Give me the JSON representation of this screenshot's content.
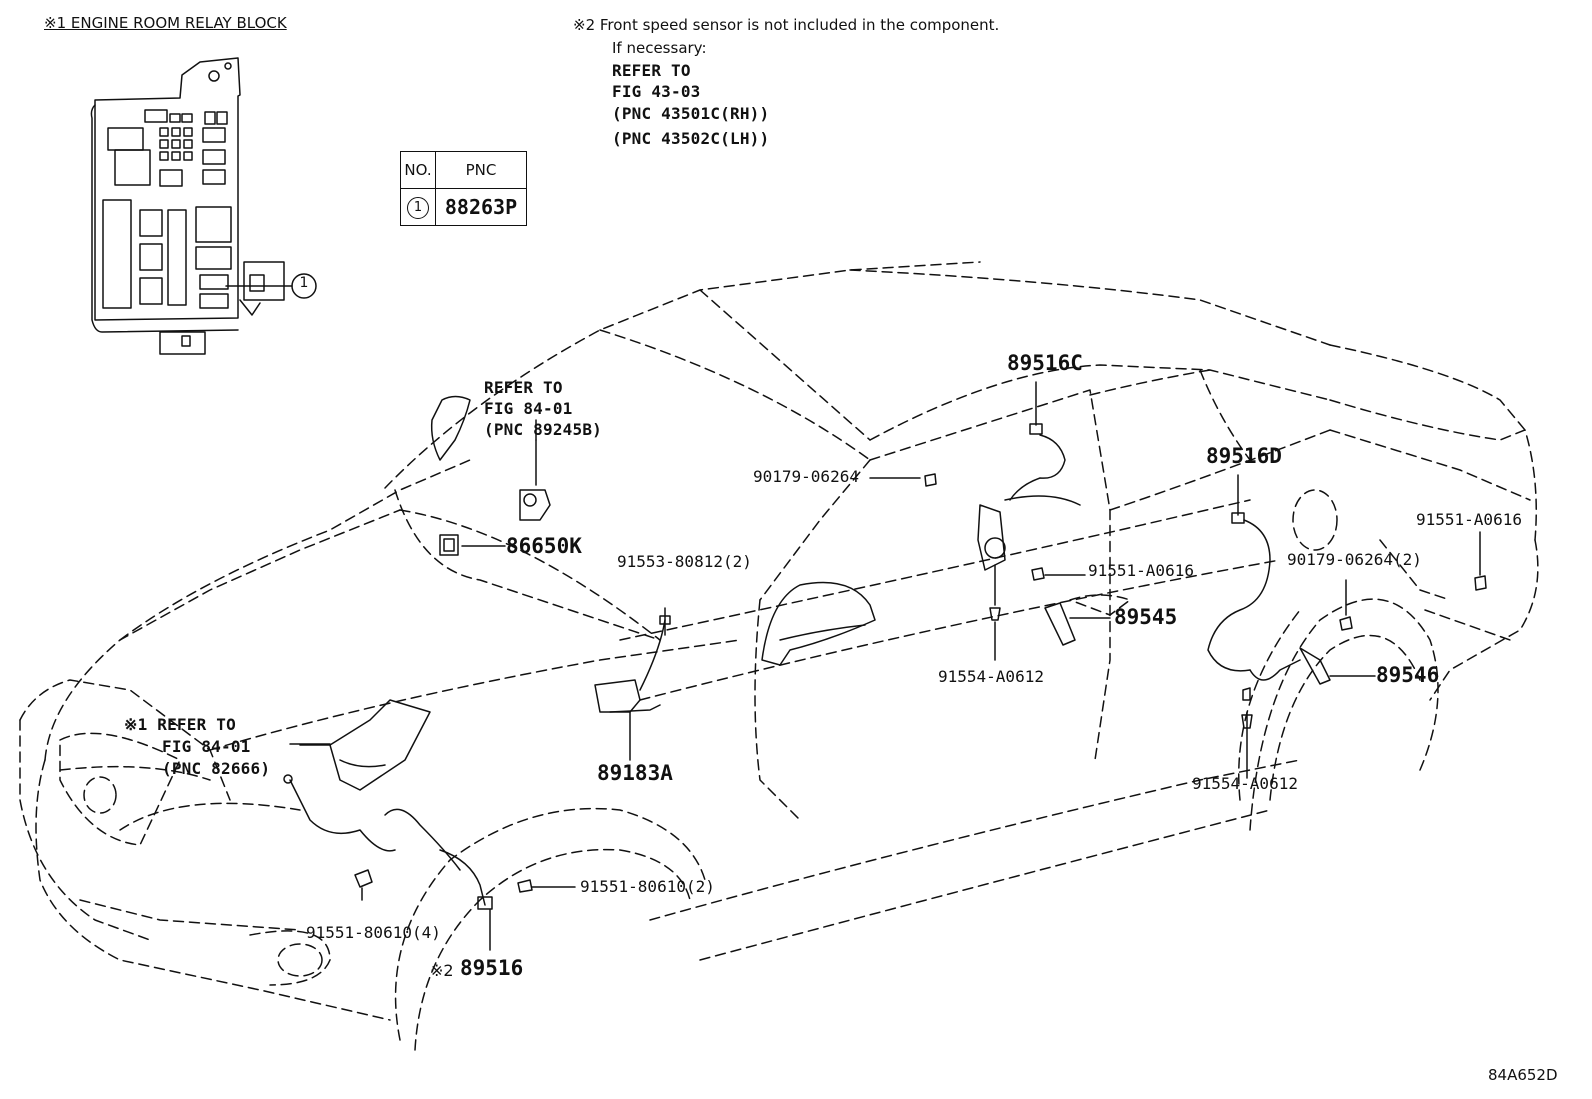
{
  "notes": {
    "relay_block_title": "※1 ENGINE ROOM RELAY BLOCK",
    "front_sensor_note": "※2 Front speed sensor is not included in the component.",
    "if_necessary": "If necessary:",
    "refer_to": "REFER TO",
    "fig_43_03": "FIG 43-03",
    "pnc_rh": "(PNC 43501C(RH))",
    "pnc_lh": "(PNC 43502C(LH))"
  },
  "table": {
    "header_no": "NO.",
    "header_pnc": "PNC",
    "row_no": "1",
    "row_pnc": "88263P"
  },
  "callout_number": "1",
  "refs": {
    "steering": {
      "refer_to": "REFER TO",
      "fig": "FIG 84-01",
      "pnc": "(PNC 89245B)"
    },
    "relay": {
      "refer_to": "※1 REFER TO",
      "fig": "FIG 84-01",
      "pnc": "(PNC 82666)"
    }
  },
  "parts": {
    "p86650K": "86650K",
    "p91553_80812": "91553-80812(2)",
    "p89183A": "89183A",
    "p89516C": "89516C",
    "p90179_06264": "90179-06264",
    "p91551_A0616_mid": "91551-A0616",
    "p89545": "89545",
    "p91554_A0612_mid": "91554-A0612",
    "p89516D": "89516D",
    "p90179_06264_2": "90179-06264(2)",
    "p91551_A0616_right": "91551-A0616",
    "p89546": "89546",
    "p91554_A0612_right": "91554-A0612",
    "p91551_80610_2": "91551-80610(2)",
    "p91551_80610_4": "91551-80610(4)",
    "note_mark": "※2",
    "p89516": "89516"
  },
  "diagram_code": "84A652D"
}
